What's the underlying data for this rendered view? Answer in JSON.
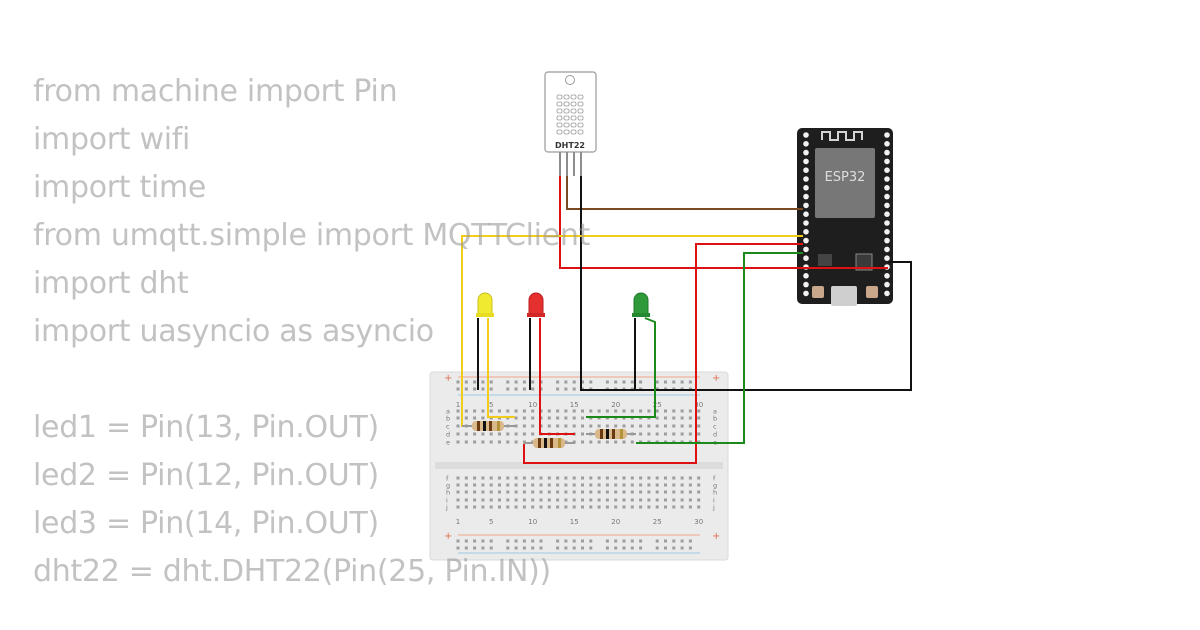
{
  "code_lines": [
    "from machine import Pin",
    "import wifi",
    "import time",
    "from umqtt.simple import MQTTClient",
    "import dht",
    "import uasyncio as asyncio",
    "",
    "led1 = Pin(13, Pin.OUT)",
    "led2 = Pin(12, Pin.OUT)",
    "led3 = Pin(14, Pin.OUT)",
    "dht22 = dht.DHT22(Pin(25, Pin.IN))"
  ],
  "components": {
    "sensor_label": "DHT22",
    "board_label": "ESP32"
  },
  "breadboard": {
    "column_numbers": [
      "1",
      "5",
      "10",
      "15",
      "20",
      "25",
      "30"
    ],
    "rows_top": [
      "a",
      "b",
      "c",
      "d",
      "e"
    ],
    "rows_bottom": [
      "f",
      "g",
      "h",
      "i",
      "j"
    ]
  },
  "colors": {
    "wire_red": "#dd1111",
    "wire_black": "#111111",
    "wire_yellow": "#f2cc1a",
    "wire_green": "#1a8a1a",
    "wire_brown": "#7a4a22",
    "led_yellow": "#f0ea30",
    "led_red": "#e53030",
    "led_green": "#2e9a3a"
  }
}
